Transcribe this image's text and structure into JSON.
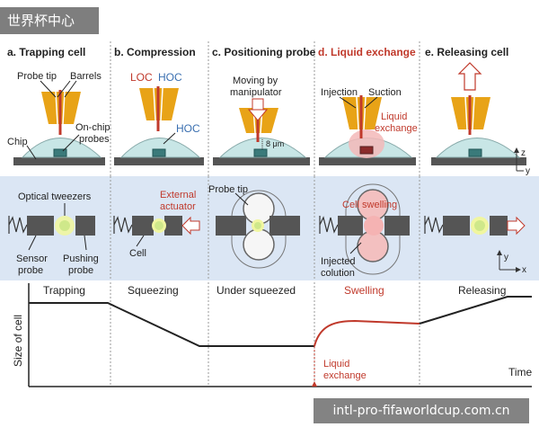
{
  "watermark_top": "世界杯中心",
  "watermark_bottom": "intl-pro-fifaworldcup.com.cn",
  "panels": [
    {
      "title": "a. Trapping cell",
      "phase": "Trapping"
    },
    {
      "title": "b. Compression",
      "phase": "Squeezing"
    },
    {
      "title": "c. Positioning probe",
      "phase": "Under squeezed"
    },
    {
      "title": "d. Liquid exchange",
      "phase": "Swelling"
    },
    {
      "title": "e. Releasing cell",
      "phase": "Releasing"
    }
  ],
  "labels": {
    "probe_tip": "Probe tip",
    "barrels": "Barrels",
    "on_chip": "On-chip",
    "probes": "probes",
    "chip": "Chip",
    "loc": "LOC",
    "hoc": "HOC",
    "hoc2": "HOC",
    "moving_by": "Moving by",
    "manipulator": "manipulator",
    "distance": "8 μm",
    "injection": "Injection",
    "suction": "Suction",
    "liquid": "Liquid",
    "exchange": "exchange",
    "axis_z": "z",
    "axis_y": "y",
    "optical_tweezers": "Optical tweezers",
    "external": "External",
    "actuator": "actuator",
    "sensor": "Sensor",
    "probe": "probe",
    "pushing": "Pushing",
    "probe2": "probe",
    "cell": "Cell",
    "probe_tip2": "Probe tip",
    "cell_swelling": "Cell swelling",
    "injected": "Injected",
    "colution": "colution",
    "axis_y2": "y",
    "axis_x": "x"
  },
  "graph": {
    "ylabel": "Size of cell",
    "xlabel": "Time",
    "annotation_line1": "Liquid",
    "annotation_line2": "exchange"
  },
  "colors": {
    "highlight_red": "#c0392b",
    "gold": "#e8a317",
    "band_blue": "#dbe6f4",
    "dome": "#c8e6e6"
  }
}
